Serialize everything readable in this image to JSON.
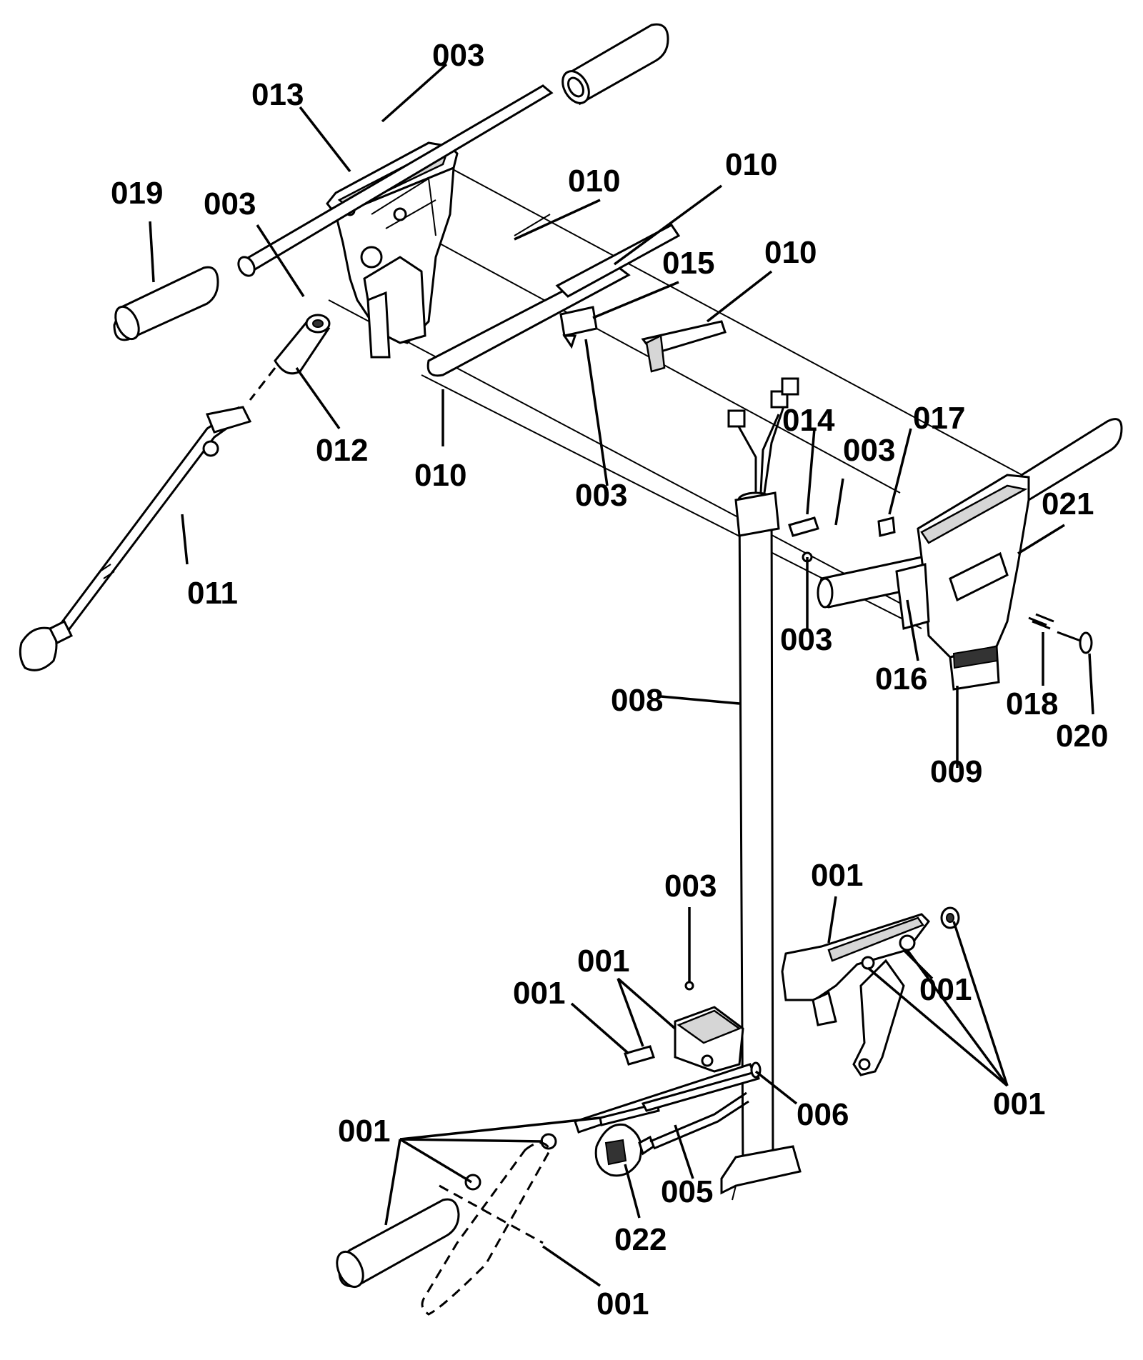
{
  "labels": {
    "l003a": "003",
    "l013": "013",
    "l019": "019",
    "l003b": "003",
    "l010a": "010",
    "l010b": "010",
    "l015": "015",
    "l010c": "010",
    "l012": "012",
    "l010d": "010",
    "l003c": "003",
    "l011": "011",
    "l014": "014",
    "l003d": "003",
    "l017": "017",
    "l021": "021",
    "l003e": "003",
    "l016": "016",
    "l018": "018",
    "l020": "020",
    "l008": "008",
    "l009": "009",
    "l003f": "003",
    "l001a": "001",
    "l001b": "001",
    "l001c": "001",
    "l001d": "001",
    "l001e": "001",
    "l006": "006",
    "l001f": "001",
    "l005": "005",
    "l022": "022",
    "l001g": "001"
  }
}
